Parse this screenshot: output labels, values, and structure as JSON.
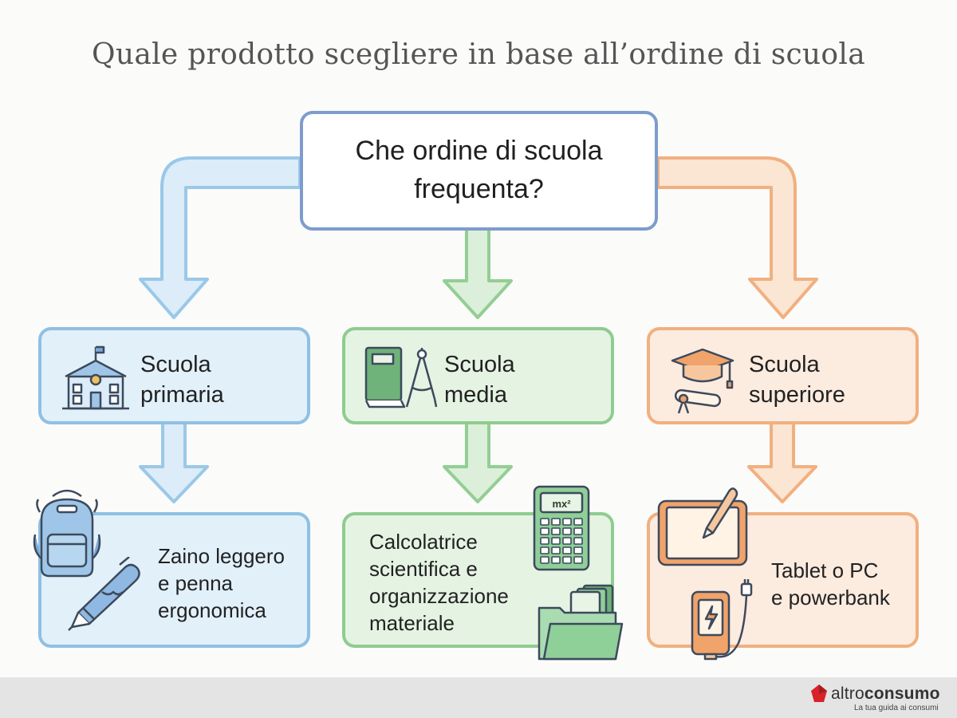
{
  "title": "Quale prodotto scegliere in base all’ordine di scuola",
  "question": "Che ordine di scuola frequenta?",
  "levels": [
    {
      "label": "Scuola\nprimaria",
      "product": "Zaino leggero\ne penna\nergonomica"
    },
    {
      "label": "Scuola\nmedia",
      "product": "Calcolatrice\nscientifica e\norganizzazione\nmateriale"
    },
    {
      "label": "Scuola\nsuperiore",
      "product": "Tablet o PC\ne powerbank"
    }
  ],
  "calculator_display": "mx²",
  "colors": {
    "blue_fill": "#e2f0fa",
    "blue_stroke": "#8fc0e3",
    "green_fill": "#e5f3e3",
    "green_stroke": "#8fcc8f",
    "orange_fill": "#fcebdf",
    "orange_stroke": "#f1b080",
    "question_stroke": "#7d9ccd"
  },
  "icons": [
    "school-building-icon",
    "book-compass-icon",
    "graduation-cap-diploma-icon",
    "backpack-icon",
    "pen-icon",
    "calculator-icon",
    "folder-icon",
    "tablet-stylus-icon",
    "powerbank-icon"
  ],
  "brand": {
    "name_light": "altro",
    "name_bold": "consumo",
    "tagline": "La tua guida ai consumi"
  }
}
